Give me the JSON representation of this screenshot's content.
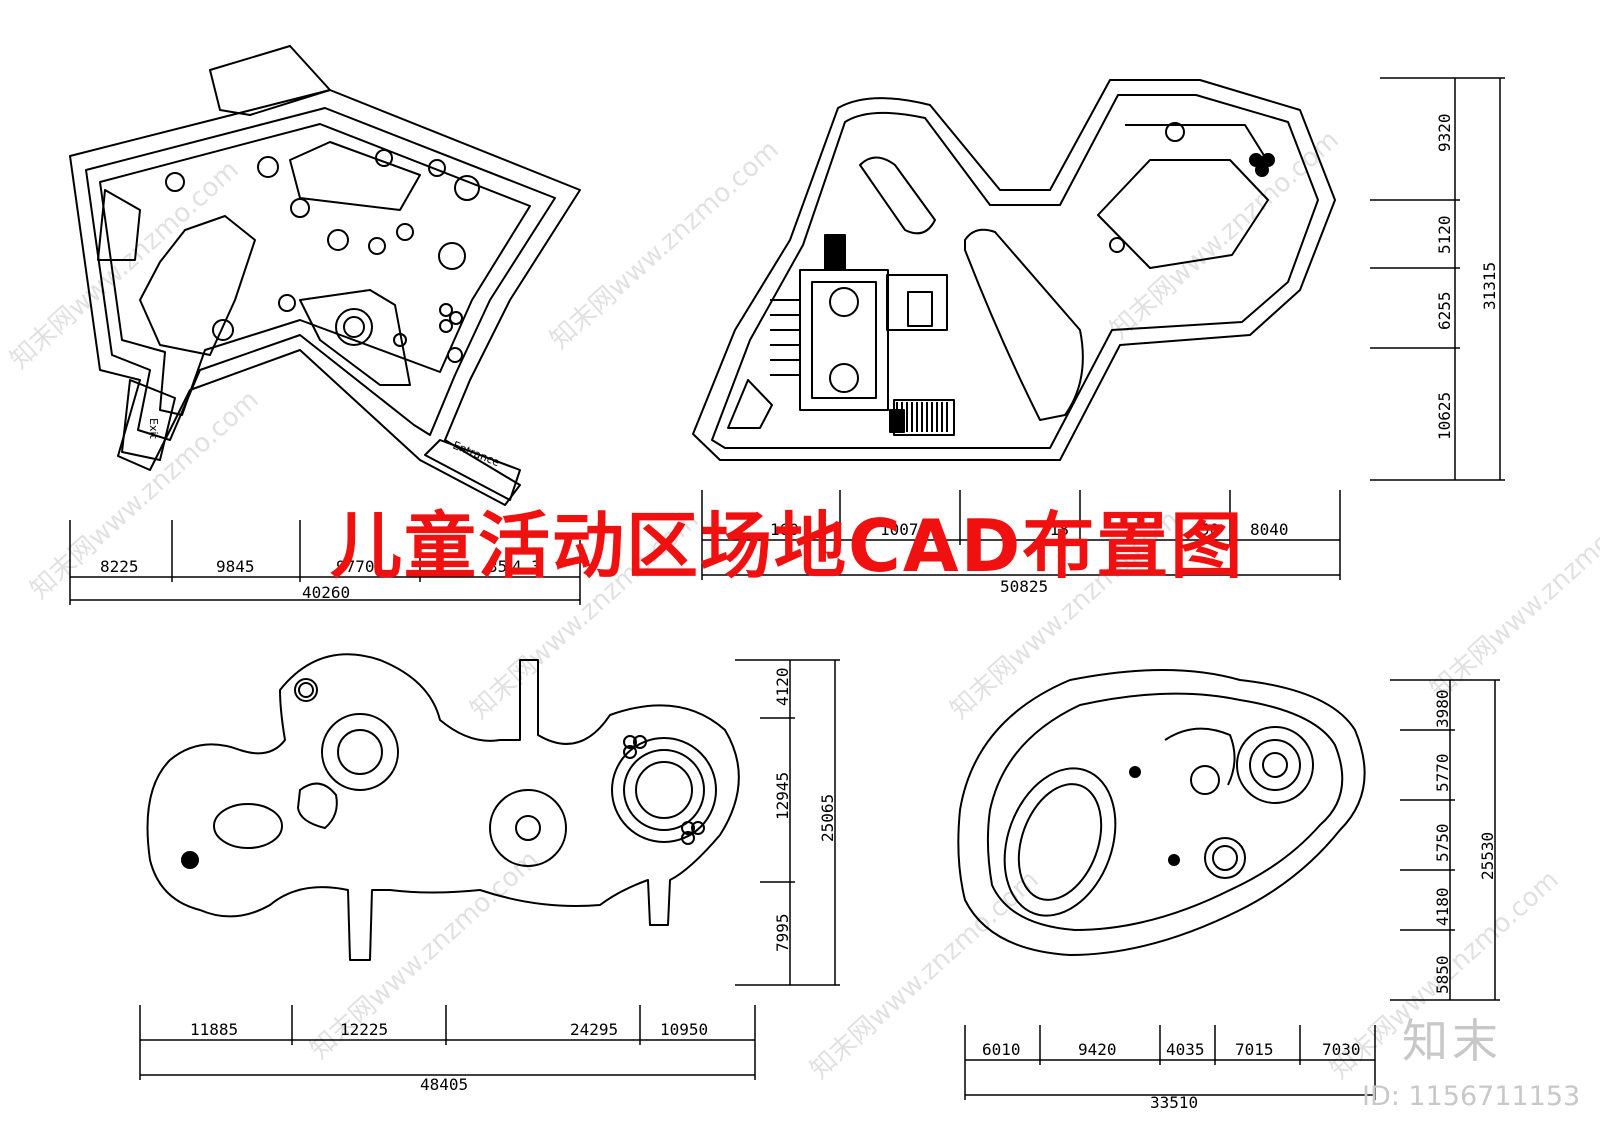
{
  "title": "儿童活动区场地CAD布置图",
  "watermark": "知末网www.znzmo.com",
  "brand_logo": "知末",
  "id_label": "ID: 1156711153",
  "colors": {
    "title": "#f01010",
    "lines": "#000000",
    "watermark": "#c9c9c9"
  },
  "plans": {
    "top_left": {
      "dims_h": [
        "8225",
        "9845",
        "9770",
        "35",
        "4.3"
      ],
      "total_h": "40260",
      "signs": [
        "Exit",
        "Entrance"
      ]
    },
    "top_right": {
      "dims_h": [
        "160",
        "1007",
        "318",
        "50",
        "8040"
      ],
      "total_h": "50825",
      "dims_v": [
        "9320",
        "5120",
        "6255",
        "10625"
      ],
      "total_v": "31315"
    },
    "bottom_left": {
      "dims_h": [
        "11885",
        "12225",
        "24295",
        "10950"
      ],
      "total_h": "48405",
      "dims_v": [
        "4120",
        "12945",
        "7995"
      ],
      "total_v": "25065"
    },
    "bottom_right": {
      "dims_h": [
        "6010",
        "9420",
        "4035",
        "7015",
        "7030"
      ],
      "total_h": "33510",
      "dims_v": [
        "3980",
        "5770",
        "5750",
        "4180",
        "5850"
      ],
      "total_v": "25530"
    }
  }
}
